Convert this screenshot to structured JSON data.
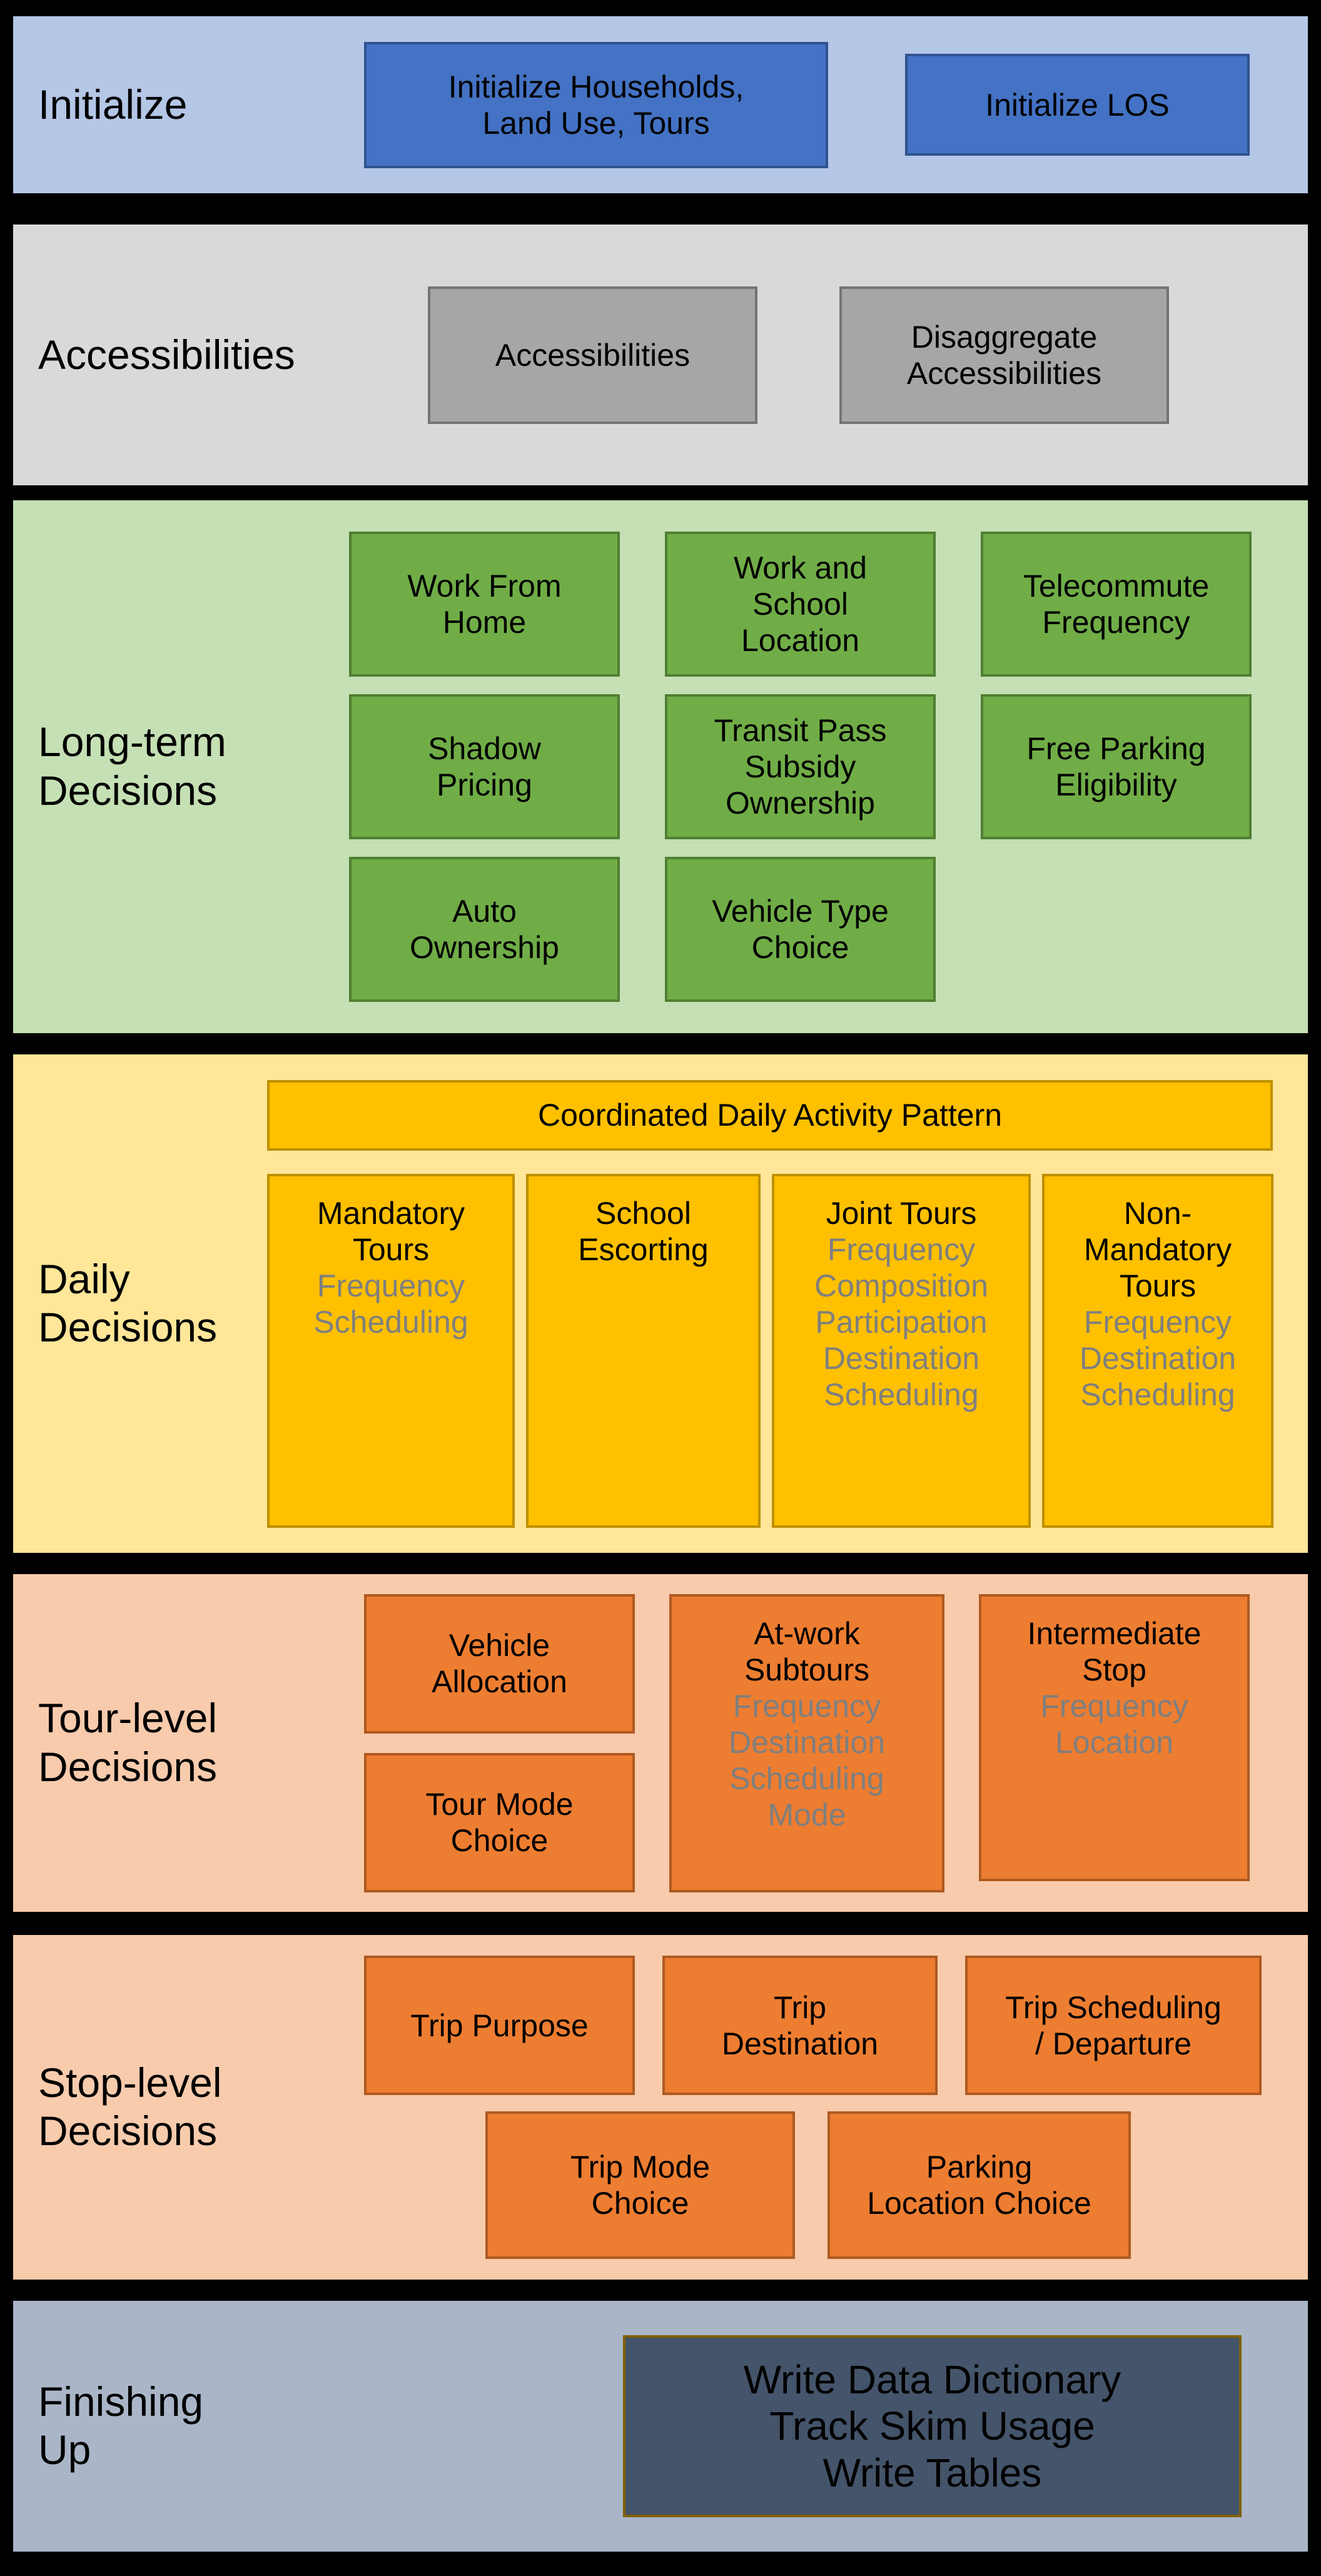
{
  "colors": {
    "page_background": "#000000",
    "initialize_band": "#b4c7e7",
    "initialize_box": "#4472c4",
    "accessibilities_band": "#d9d9d9",
    "accessibilities_box": "#a6a6a6",
    "long_term_band": "#c5e0b4",
    "long_term_box": "#70ad47",
    "daily_band": "#ffe699",
    "daily_box": "#ffc000",
    "tour_stop_band": "#f8cbad",
    "tour_stop_box": "#ed7d31",
    "finishing_band": "#aab6c8",
    "finishing_box": "#44546a",
    "sub_item_text": "#7f7f7f"
  },
  "bands": [
    {
      "label": "Initialize",
      "boxes": [
        {
          "title": "Initialize Households,\nLand Use, Tours"
        },
        {
          "title": "Initialize LOS"
        }
      ]
    },
    {
      "label": "Accessibilities",
      "boxes": [
        {
          "title": "Accessibilities"
        },
        {
          "title": "Disaggregate\nAccessibilities"
        }
      ]
    },
    {
      "label": "Long-term\nDecisions",
      "boxes": [
        {
          "title": "Work From\nHome"
        },
        {
          "title": "Work and\nSchool\nLocation"
        },
        {
          "title": "Telecommute\nFrequency"
        },
        {
          "title": "Shadow\nPricing"
        },
        {
          "title": "Transit Pass\nSubsidy\nOwnership"
        },
        {
          "title": "Free Parking\nEligibility"
        },
        {
          "title": "Auto\nOwnership"
        },
        {
          "title": "Vehicle Type\nChoice"
        }
      ]
    },
    {
      "label": "Daily\nDecisions",
      "header": "Coordinated Daily Activity Pattern",
      "boxes": [
        {
          "title": "Mandatory\nTours",
          "sub": "Frequency\nScheduling"
        },
        {
          "title": "School\nEscorting",
          "sub": ""
        },
        {
          "title": "Joint Tours",
          "sub": "Frequency\nComposition\nParticipation\nDestination\nScheduling"
        },
        {
          "title": "Non-\nMandatory\nTours",
          "sub": "Frequency\nDestination\nScheduling"
        }
      ]
    },
    {
      "label": "Tour-level\nDecisions",
      "boxes": [
        {
          "title": "Vehicle\nAllocation"
        },
        {
          "title": "Tour Mode\nChoice"
        },
        {
          "title": "At-work\nSubtours",
          "sub": "Frequency\nDestination\nScheduling\nMode"
        },
        {
          "title": "Intermediate\nStop",
          "sub": "Frequency\nLocation"
        }
      ]
    },
    {
      "label": "Stop-level\nDecisions",
      "boxes": [
        {
          "title": "Trip Purpose"
        },
        {
          "title": "Trip\nDestination"
        },
        {
          "title": "Trip Scheduling\n/ Departure"
        },
        {
          "title": "Trip Mode\nChoice"
        },
        {
          "title": "Parking\nLocation Choice"
        }
      ]
    },
    {
      "label": "Finishing\nUp",
      "boxes": [
        {
          "title": "Write Data Dictionary\nTrack Skim Usage\nWrite Tables"
        }
      ]
    }
  ]
}
